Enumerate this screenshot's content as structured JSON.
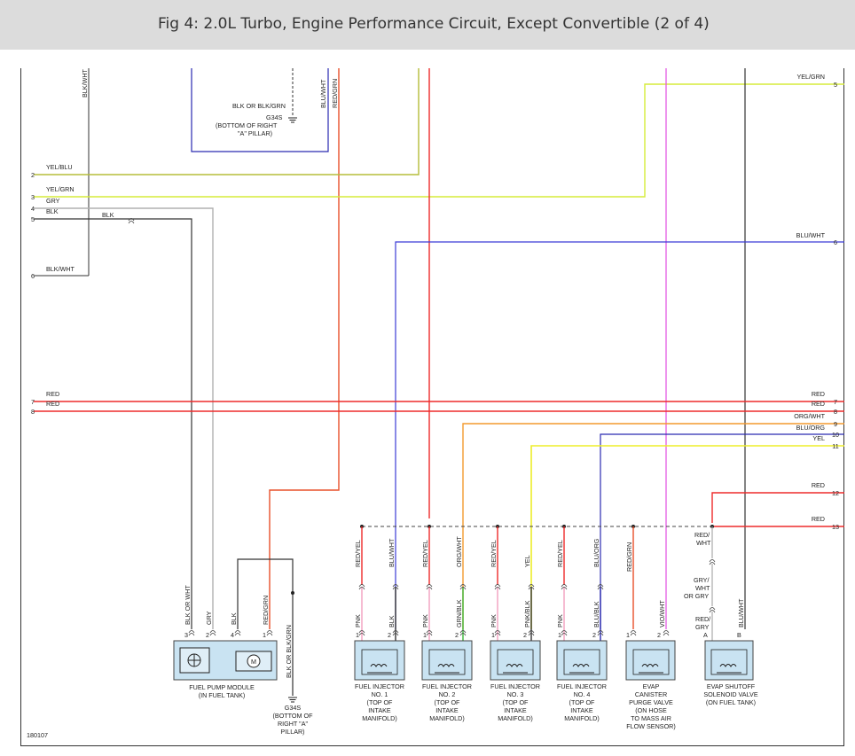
{
  "title": "Fig 4: 2.0L Turbo, Engine Performance Circuit, Except Convertible (2 of 4)",
  "figure_id": "180107",
  "colors": {
    "yel_blu": "#b5bd3a",
    "yel_grn": "#d6ec3a",
    "gry": "#b0b0b0",
    "black": "#333333",
    "blue": "#3b3bd6",
    "red": "#ee2b2b",
    "orange": "#f39a2e",
    "yellow": "#eded2a",
    "pink": "#f2a0be",
    "green": "#3cb63c",
    "violet": "#e14ee1",
    "navy": "#2a2ab0",
    "redorange": "#e8502a"
  },
  "left_pins": [
    {
      "num": "2",
      "wire": "YEL/BLU"
    },
    {
      "num": "3",
      "wire": "YEL/GRN"
    },
    {
      "num": "4",
      "wire": "GRY"
    },
    {
      "num": "5",
      "wire": "BLK"
    },
    {
      "num": "6",
      "wire": "BLK/WHT"
    },
    {
      "num": "7",
      "wire": "RED"
    },
    {
      "num": "8",
      "wire": "RED"
    }
  ],
  "right_pins": [
    {
      "num": "5",
      "wire": "YEL/GRN"
    },
    {
      "num": "6",
      "wire": "BLU/WHT"
    },
    {
      "num": "7",
      "wire": "RED"
    },
    {
      "num": "8",
      "wire": "RED"
    },
    {
      "num": "9",
      "wire": "ORG/WHT"
    },
    {
      "num": "10",
      "wire": "BLU/ORG"
    },
    {
      "num": "11",
      "wire": "YEL"
    },
    {
      "num": "12",
      "wire": "RED"
    },
    {
      "num": "13",
      "wire": "RED"
    }
  ],
  "top_labels": {
    "blk_wht_vert": "BLK/WHT",
    "blu_wht_vert": "BLU/WHT",
    "red_grn_vert": "RED/GRN",
    "blk_or_blkgrn": "BLK OR BLK/GRN",
    "blk_inline": "BLK"
  },
  "ground_top": {
    "name": "G34S",
    "line1": "(BOTTOM OF RIGHT",
    "line2": "\"A\" PILLAR)"
  },
  "ground_bottom": {
    "name": "G34S",
    "line1": "(BOTTOM OF",
    "line2": "RIGHT \"A\"",
    "line3": "PILLAR)"
  },
  "pump_module": {
    "wires": [
      "BLK OR WHT",
      "GRY",
      "BLK",
      "RED/GRN"
    ],
    "pins": [
      "3",
      "2",
      "4",
      "1"
    ],
    "ground_wire": "BLK OR BLK/GRN",
    "line1": "FUEL PUMP MODULE",
    "line2": "(IN FUEL TANK)"
  },
  "injectors": [
    {
      "upper": [
        "RED/YEL",
        "BLU/WHT"
      ],
      "lower": [
        "PNK",
        "BLK"
      ],
      "pins": [
        "1",
        "2"
      ],
      "label": [
        "FUEL INJECTOR",
        "NO. 1",
        "(TOP OF",
        "INTAKE",
        "MANIFOLD)"
      ]
    },
    {
      "upper": [
        "RED/YEL",
        "ORG/WHT"
      ],
      "lower": [
        "PNK",
        "GRN/BLK"
      ],
      "pins": [
        "1",
        "2"
      ],
      "label": [
        "FUEL INJECTOR",
        "NO. 2",
        "(TOP OF",
        "INTAKE",
        "MANIFOLD)"
      ]
    },
    {
      "upper": [
        "RED/YEL",
        "YEL"
      ],
      "lower": [
        "PNK",
        "PNK/BLK"
      ],
      "pins": [
        "1",
        "2"
      ],
      "label": [
        "FUEL INJECTOR",
        "NO. 3",
        "(TOP OF",
        "INTAKE",
        "MANIFOLD)"
      ]
    },
    {
      "upper": [
        "RED/YEL",
        "BLU/ORG"
      ],
      "lower": [
        "PNK",
        "BLU/BLK"
      ],
      "pins": [
        "1",
        "2"
      ],
      "label": [
        "FUEL INJECTOR",
        "NO. 4",
        "(TOP OF",
        "INTAKE",
        "MANIFOLD)"
      ]
    }
  ],
  "evap_canister": {
    "wires": [
      "RED/GRN",
      "VIO/WHT"
    ],
    "pins": [
      "1",
      "2"
    ],
    "label": [
      "EVAP",
      "CANISTER",
      "PURGE VALVE",
      "(ON HOSE",
      "TO MASS AIR",
      "FLOW SENSOR)"
    ]
  },
  "evap_shutoff": {
    "upper": "RED/",
    "upper2": "WHT",
    "mid": [
      "GRY/",
      "WHT",
      "OR GRY"
    ],
    "lower": [
      "RED/",
      "GRY"
    ],
    "right": "BLU/WHT",
    "pins": [
      "A",
      "B"
    ],
    "label": [
      "EVAP SHUTOFF",
      "SOLENOID VALVE",
      "(ON FUEL TANK)"
    ]
  }
}
